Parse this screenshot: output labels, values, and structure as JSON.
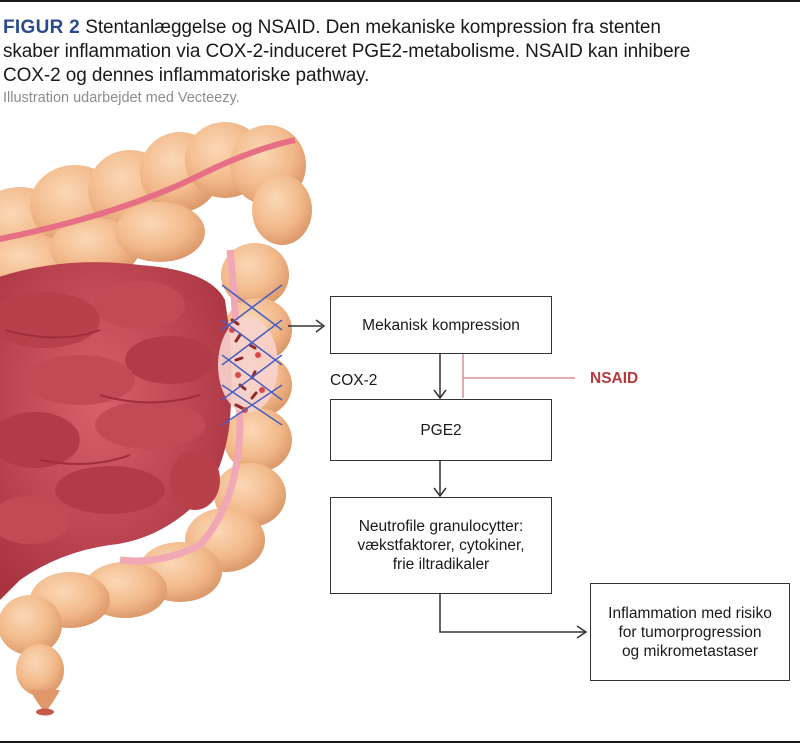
{
  "caption": {
    "figure_label": "FIGUR 2",
    "text": "Stentanlæggelse og NSAID. Den mekaniske kompression fra stenten skaber inflammation via COX-2-induceret PGE2-metabolisme. NSAID kan inhibere COX-2 og dennes inflammatoriske pathway.",
    "credit": "Illustration udarbejdet med Vecteezy."
  },
  "flow": {
    "mech_compression": "Mekanisk kompression",
    "cox2": "COX-2",
    "nsaid": "NSAID",
    "pge2": "PGE2",
    "neutrophils": [
      "Neutrofile granulocytter:",
      "vækstfaktorer, cytokiner,",
      "frie iltradikaler"
    ],
    "inflammation": [
      "Inflammation med risiko",
      "for tumorprogression",
      "og mikrometastaser"
    ]
  },
  "colors": {
    "figure_label": "#2a4b8d",
    "nsaid": "#b5393d",
    "colon": "#f2b98a",
    "small_intestine": "#c94a54",
    "stent_mesh": "#4a5fc1"
  }
}
